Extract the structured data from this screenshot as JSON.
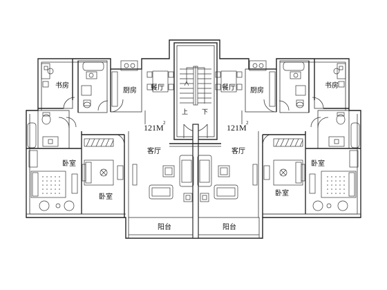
{
  "plan": {
    "area_value": "121M",
    "area_sup": "2",
    "stair_up": "上",
    "stair_down": "下"
  },
  "rooms": {
    "study": "书房",
    "kitchen": "厨房",
    "dining": "餐厅",
    "living": "客厅",
    "bedroom": "卧室",
    "balcony": "阳台"
  }
}
